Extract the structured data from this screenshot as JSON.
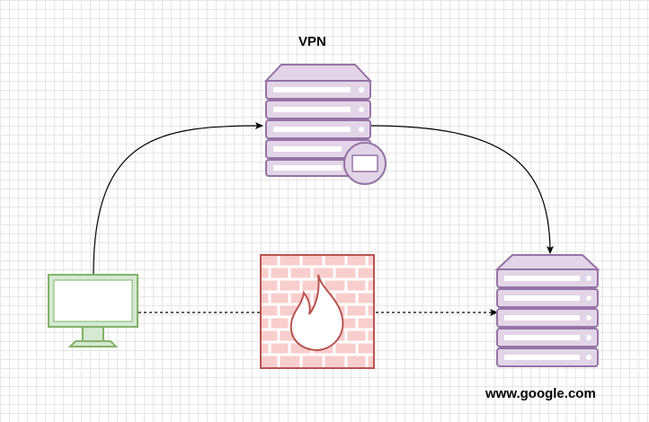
{
  "labels": {
    "vpn": "VPN",
    "destination": "www.google.com"
  },
  "icons": {
    "client": "desktop-monitor-icon",
    "vpn_server": "vpn-server-icon",
    "firewall": "firewall-icon",
    "destination": "web-server-icon"
  },
  "connections": [
    {
      "from": "client",
      "to": "vpn_server",
      "style": "solid",
      "arrow": true
    },
    {
      "from": "vpn_server",
      "to": "destination",
      "style": "solid",
      "arrow": true
    },
    {
      "from": "client",
      "to": "destination",
      "via": "firewall",
      "style": "dotted",
      "arrow": true
    }
  ],
  "colors": {
    "server_fill": "#e1d5e7",
    "server_stroke": "#9673a6",
    "monitor_stroke": "#82b366",
    "monitor_fill": "#d5e8d4",
    "firewall_fill": "#f8cecc",
    "firewall_stroke": "#b85450",
    "flame": "#ffffff"
  }
}
